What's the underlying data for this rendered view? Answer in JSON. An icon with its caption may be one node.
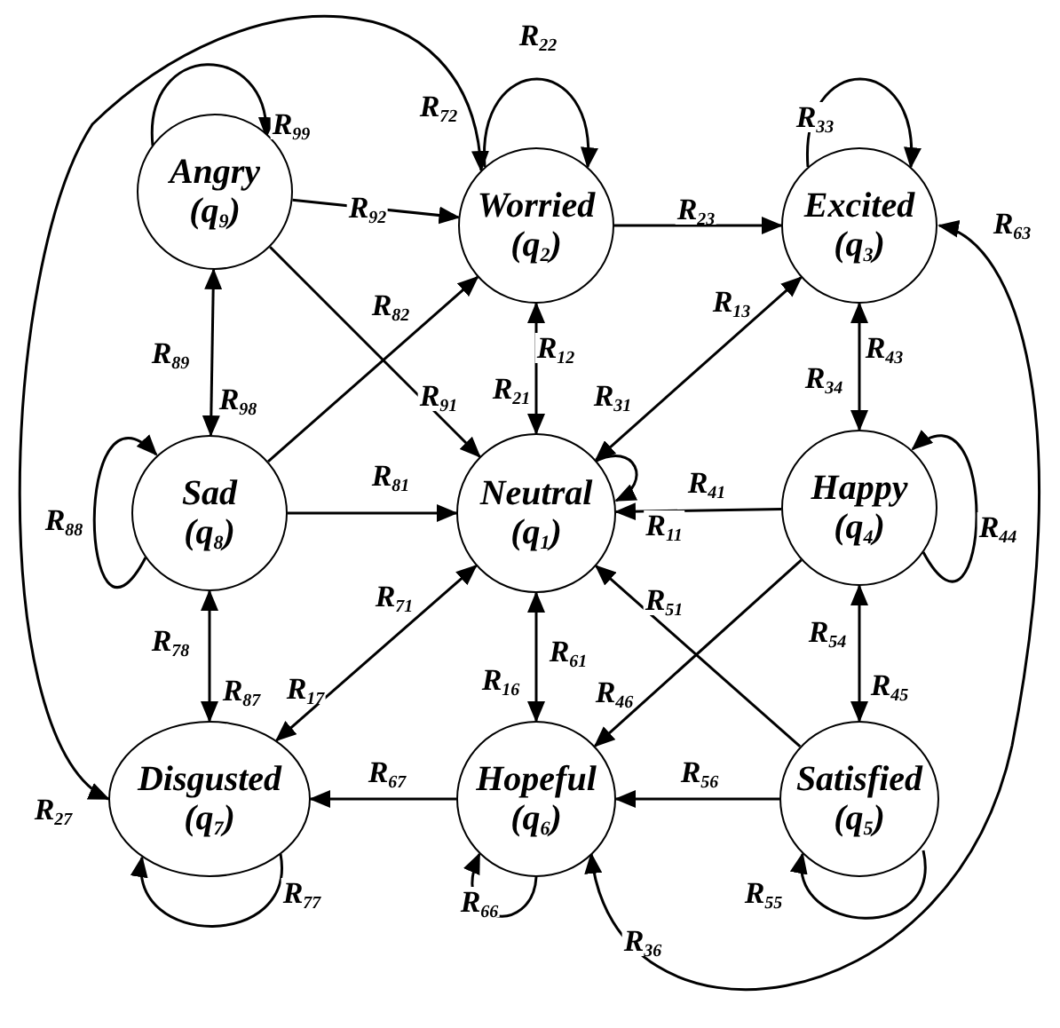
{
  "diagram": {
    "nodes": [
      {
        "text": [
          "Angry",
          "(q$_{9}$)"
        ]
      },
      {
        "text": [
          "Worried",
          "(q$_{2}$)"
        ]
      },
      {
        "text": [
          "Excited",
          "(q$_{3}$)"
        ]
      },
      {
        "text": [
          "Sad",
          "(q$_{8}$)"
        ]
      },
      {
        "text": [
          "Neutral",
          "(q$_{1}$)"
        ]
      },
      {
        "text": [
          "Happy",
          "(q$_{4}$)"
        ]
      },
      {
        "text": [
          "Disgusted",
          "(q$_{7}$)"
        ]
      },
      {
        "text": [
          "Hopeful",
          "(q$_{6}$)"
        ]
      },
      {
        "text": [
          "Satisfied",
          "(q$_{5}$)"
        ]
      }
    ],
    "edges": [
      {
        "from": 0,
        "to": 0,
        "arrow": "to",
        "label": "R$_{99}$"
      },
      {
        "from": 1,
        "to": 1,
        "arrow": "to",
        "label": "R$_{22}$"
      },
      {
        "from": 2,
        "to": 2,
        "arrow": "to",
        "label": "R$_{33}$"
      },
      {
        "from": 3,
        "to": 3,
        "arrow": "to",
        "label": "R$_{88}$"
      },
      {
        "from": 4,
        "to": 4,
        "arrow": "to",
        "label": "R$_{11}$"
      },
      {
        "from": 5,
        "to": 5,
        "arrow": "to",
        "label": "R$_{44}$"
      },
      {
        "from": 6,
        "to": 6,
        "arrow": "to",
        "label": "R$_{77}$"
      },
      {
        "from": 7,
        "to": 7,
        "arrow": "to",
        "label": "R$_{66}$"
      },
      {
        "from": 8,
        "to": 8,
        "arrow": "to",
        "label": "R$_{55}$"
      },
      {
        "from": 0,
        "to": 1,
        "arrow": "to",
        "label": "R$_{92}$"
      },
      {
        "from": 1,
        "to": 2,
        "arrow": "to",
        "label": "R$_{23}$"
      },
      {
        "from": 0,
        "to": 4,
        "arrow": "to",
        "label": "R$_{91}$"
      },
      {
        "from": 3,
        "to": 1,
        "arrow": "to",
        "label": "R$_{82}$"
      },
      {
        "from": 0,
        "to": 3,
        "arrow": "both",
        "label": "R$_{98}$"
      },
      {
        "from": 1,
        "to": 4,
        "arrow": "both",
        "label": "R$_{21}$"
      },
      {
        "from": 4,
        "to": 2,
        "arrow": "both",
        "label": "R$_{13}$"
      },
      {
        "from": 2,
        "to": 5,
        "arrow": "both",
        "label": "R$_{34}$"
      },
      {
        "from": 3,
        "to": 4,
        "arrow": "to",
        "label": "R$_{81}$"
      },
      {
        "from": 5,
        "to": 4,
        "arrow": "to",
        "label": "R$_{41}$"
      },
      {
        "from": 3,
        "to": 6,
        "arrow": "both",
        "label": "R$_{87}$"
      },
      {
        "from": 4,
        "to": 6,
        "arrow": "both",
        "label": "R$_{17}$"
      },
      {
        "from": 4,
        "to": 7,
        "arrow": "both",
        "label": "R$_{16}$"
      },
      {
        "from": 5,
        "to": 7,
        "arrow": "to",
        "label": "R$_{46}$"
      },
      {
        "from": 8,
        "to": 4,
        "arrow": "to",
        "label": "R$_{51}$"
      },
      {
        "from": 5,
        "to": 8,
        "arrow": "both",
        "label": "R$_{45}$"
      },
      {
        "from": 8,
        "to": 7,
        "arrow": "to",
        "label": "R$_{56}$"
      },
      {
        "from": 7,
        "to": 6,
        "arrow": "to",
        "label": "R$_{67}$"
      },
      {
        "from": 6,
        "to": 1,
        "arrow": "both",
        "label": "R$_{72}$"
      },
      {
        "from": 7,
        "to": 2,
        "arrow": "both",
        "label": "R$_{63}$"
      }
    ],
    "labels": [
      "R$_{12}$",
      "R$_{43}$",
      "R$_{89}$",
      "R$_{31}$",
      "R$_{71}$",
      "R$_{54}$",
      "R$_{78}$",
      "R$_{61}$",
      "R$_{27}$",
      "R$_{36}$"
    ]
  }
}
